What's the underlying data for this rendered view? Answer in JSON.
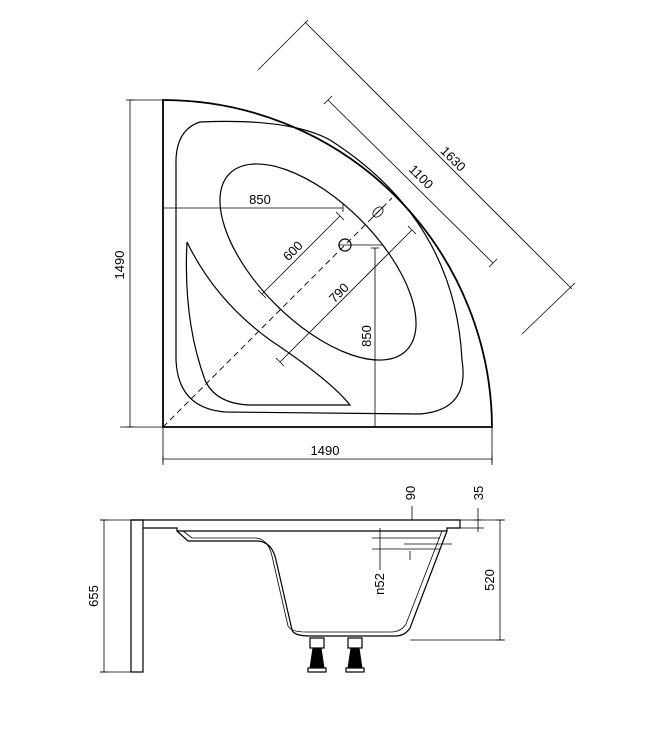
{
  "top_view": {
    "width_dim": "1490",
    "depth_dim": "1490",
    "diagonal_dim": "1630",
    "inner_diagonal_dim": "1100",
    "basin_width_dim": "850",
    "basin_depth_dim": "850",
    "inner_length_dim": "790",
    "inner_width_dim": "600"
  },
  "side_view": {
    "total_height_dim": "655",
    "depth_dim": "520",
    "overflow_dim": "90",
    "rim_dim": "35",
    "step_dim": "n52"
  }
}
